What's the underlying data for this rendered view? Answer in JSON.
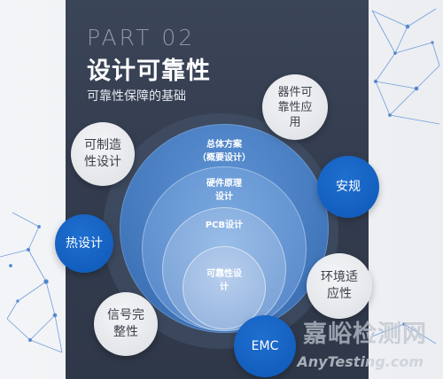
{
  "header": {
    "part": "PART 02",
    "title": "设计可靠性",
    "subtitle": "可靠性保障的基础"
  },
  "rings": [
    {
      "line1": "总体方案",
      "line2": "（概要设计）"
    },
    {
      "line1": "硬件原理",
      "line2": "设计"
    },
    {
      "line1": "PCB设计",
      "line2": ""
    },
    {
      "line1": "可靠性设",
      "line2": "计"
    }
  ],
  "bubbles": {
    "manufacturability": {
      "line1": "可制造",
      "line2": "性设计"
    },
    "thermal": {
      "line1": "热设计",
      "line2": ""
    },
    "signal": {
      "line1": "信号完",
      "line2": "整性"
    },
    "component": {
      "line1": "器件可",
      "line2": "靠性应",
      "line3": "用"
    },
    "safety": {
      "line1": "安规",
      "line2": ""
    },
    "environment": {
      "line1": "环境适",
      "line2": "应性"
    },
    "emc": {
      "line1": "EMC",
      "line2": ""
    }
  },
  "watermark": {
    "cn": "嘉峪检测网",
    "en": "AnyTesting.com"
  },
  "colors": {
    "panel": "#3b4558",
    "accent_blue": "#0d58b8",
    "bubble_gray": "#dcdfe4"
  }
}
